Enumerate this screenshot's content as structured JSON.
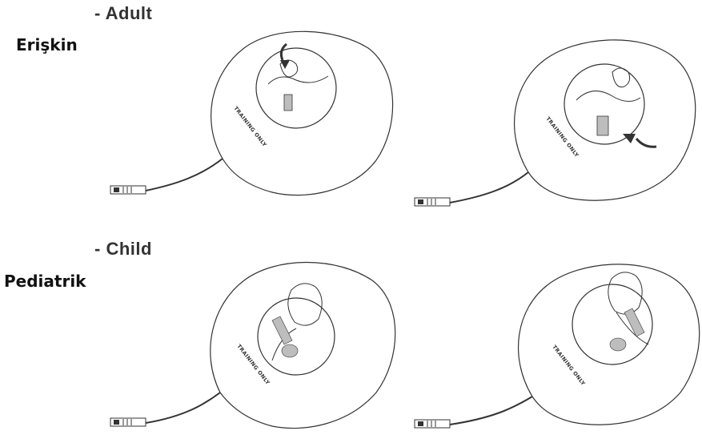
{
  "sections": [
    {
      "english_label": "- Adult",
      "turkish_label": "Erişkin"
    },
    {
      "english_label": "- Child",
      "turkish_label": "Pediatrik"
    }
  ],
  "pad_text": "TRAINING ONLY",
  "icons": [
    "adult-pad-front-icon",
    "adult-pad-back-icon",
    "child-pad-front-icon",
    "child-pad-back-icon"
  ],
  "colors": {
    "line": "#333333",
    "shading": "#bdbdbd"
  }
}
